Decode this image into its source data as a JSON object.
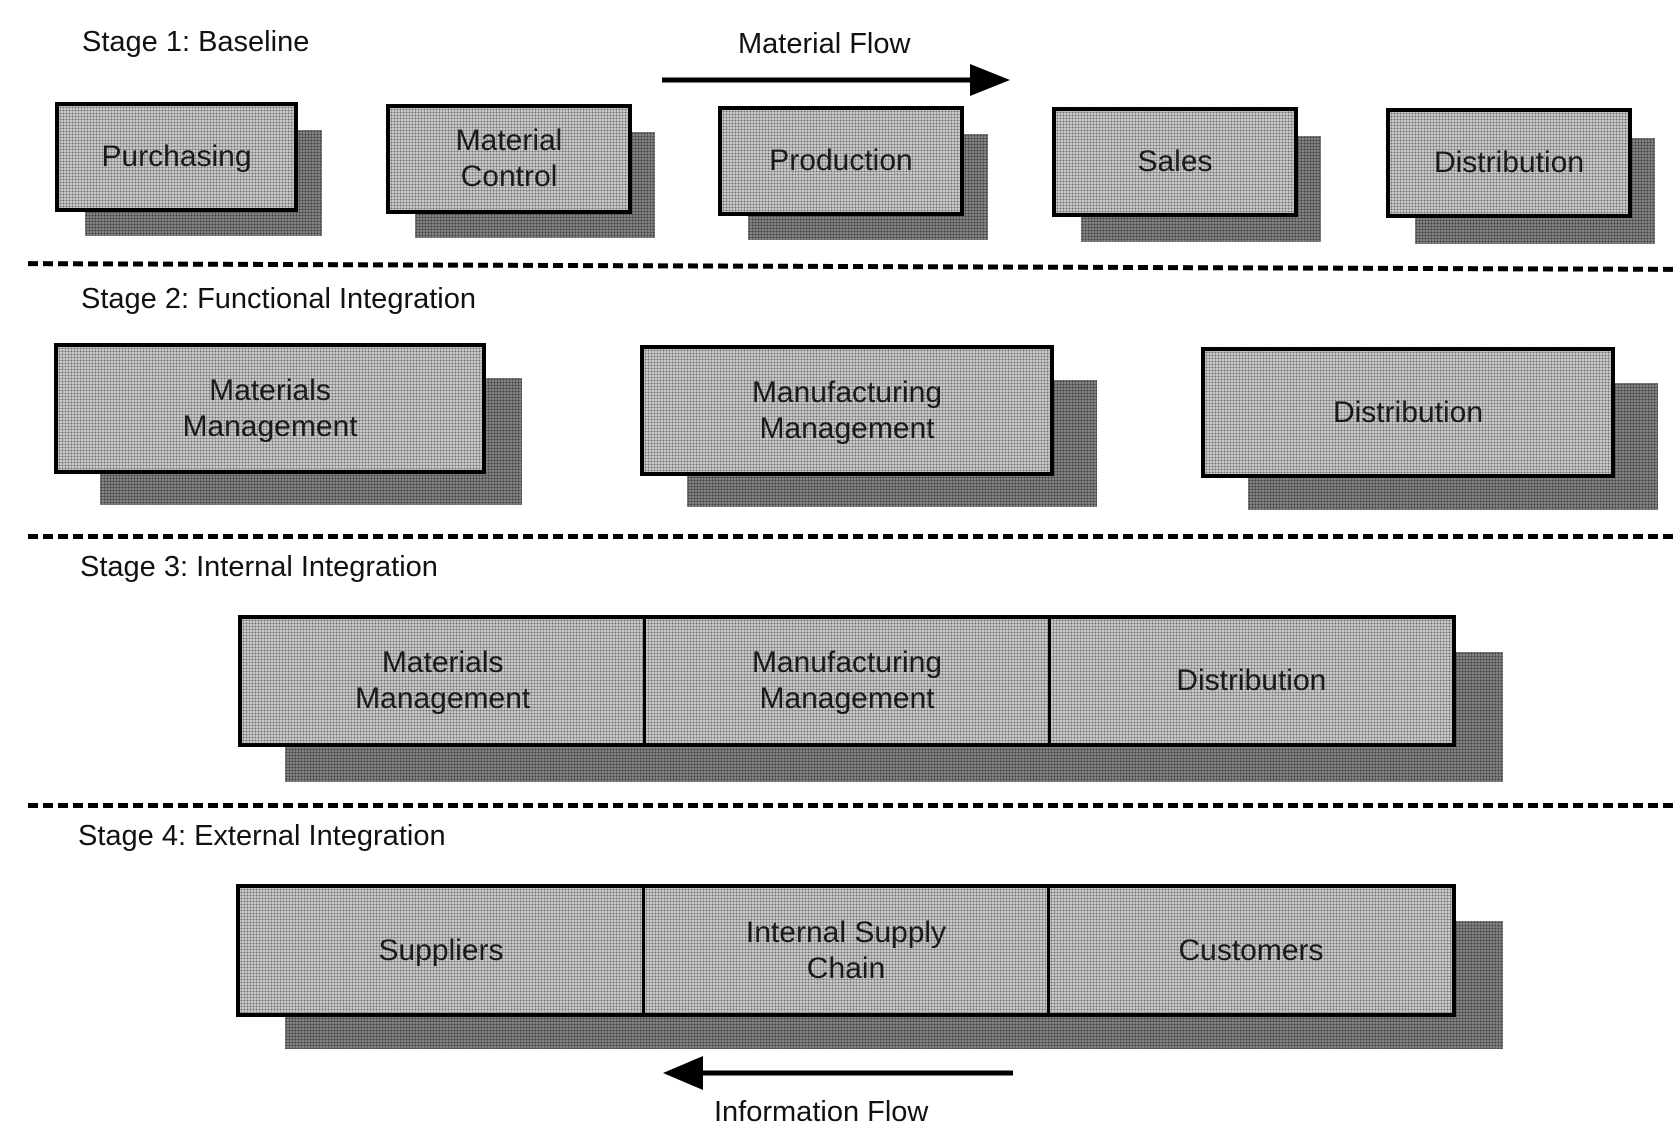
{
  "stage1": {
    "title": "Stage 1: Baseline",
    "boxes": [
      "Purchasing",
      "Material\nControl",
      "Production",
      "Sales",
      "Distribution"
    ]
  },
  "stage2": {
    "title": "Stage 2: Functional Integration",
    "boxes": [
      "Materials\nManagement",
      "Manufacturing\nManagement",
      "Distribution"
    ]
  },
  "stage3": {
    "title": "Stage 3: Internal Integration",
    "cells": [
      "Materials\nManagement",
      "Manufacturing\nManagement",
      "Distribution"
    ]
  },
  "stage4": {
    "title": "Stage 4: External Integration",
    "cells": [
      "Suppliers",
      "Internal Supply\nChain",
      "Customers"
    ]
  },
  "material_flow": "Material Flow",
  "information_flow": "Information Flow"
}
